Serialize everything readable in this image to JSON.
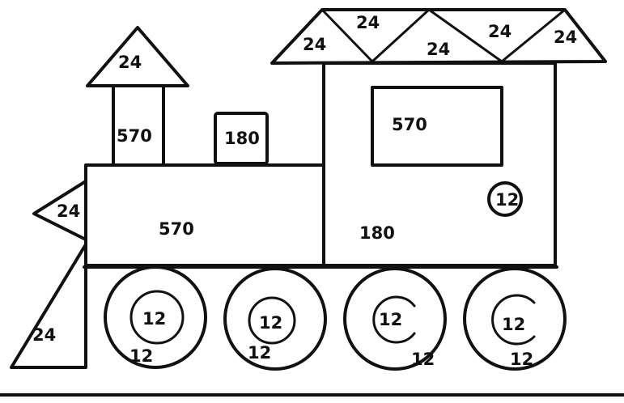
{
  "labels": {
    "roof_t1": "24",
    "roof_t2": "24",
    "roof_t3": "24",
    "roof_t4": "24",
    "roof_t5": "24",
    "chimney_cap": "24",
    "chimney": "570",
    "dome": "180",
    "window": "570",
    "porthole": "12",
    "cab": "180",
    "boiler": "570",
    "headlamp": "24",
    "cowcatcher": "24",
    "wheel1_inner": "12",
    "wheel1_outer": "12",
    "wheel2_inner": "12",
    "wheel2_outer": "12",
    "wheel3_inner": "12",
    "wheel3_outer": "12",
    "wheel4_inner": "12",
    "wheel4_outer": "12"
  },
  "colors": {
    "ink": "#111111",
    "background": "#ffffff"
  }
}
